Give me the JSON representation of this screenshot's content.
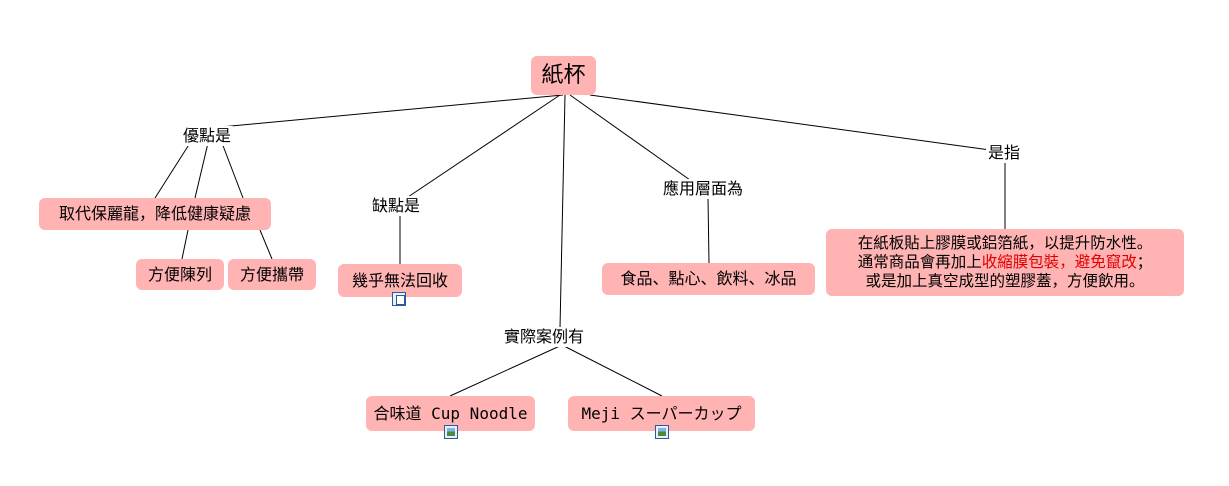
{
  "concepts": {
    "root": "紙杯",
    "advantages": [
      "取代保麗龍，降低健康疑慮",
      "方便陳列",
      "方便攜帶"
    ],
    "disadvantage": "幾乎無法回收",
    "application": "食品、點心、飲料、冰品",
    "definition": {
      "line1": "在紙板貼上膠膜或鋁箔紙，以提升防水性。",
      "line2_pre": "通常商品會再加上",
      "line2_highlight": "收縮膜包裝，避免竄改",
      "line2_post": "；",
      "line3": "或是加上真空成型的塑膠蓋，方便飲用。"
    },
    "examples": [
      "合味道 Cup Noodle",
      "Meji スーパーカップ"
    ]
  },
  "linking_phrases": {
    "advantages": "優點是",
    "disadvantages": "缺點是",
    "application": "應用層面為",
    "definition": "是指",
    "examples": "實際案例有"
  },
  "icons": {
    "disadvantage_resource": "document-icon",
    "example_resources": [
      "image-icon",
      "image-icon"
    ]
  },
  "colors": {
    "node_fill": "#ffb3b3",
    "highlight_text": "#e00000",
    "line": "#000000"
  }
}
